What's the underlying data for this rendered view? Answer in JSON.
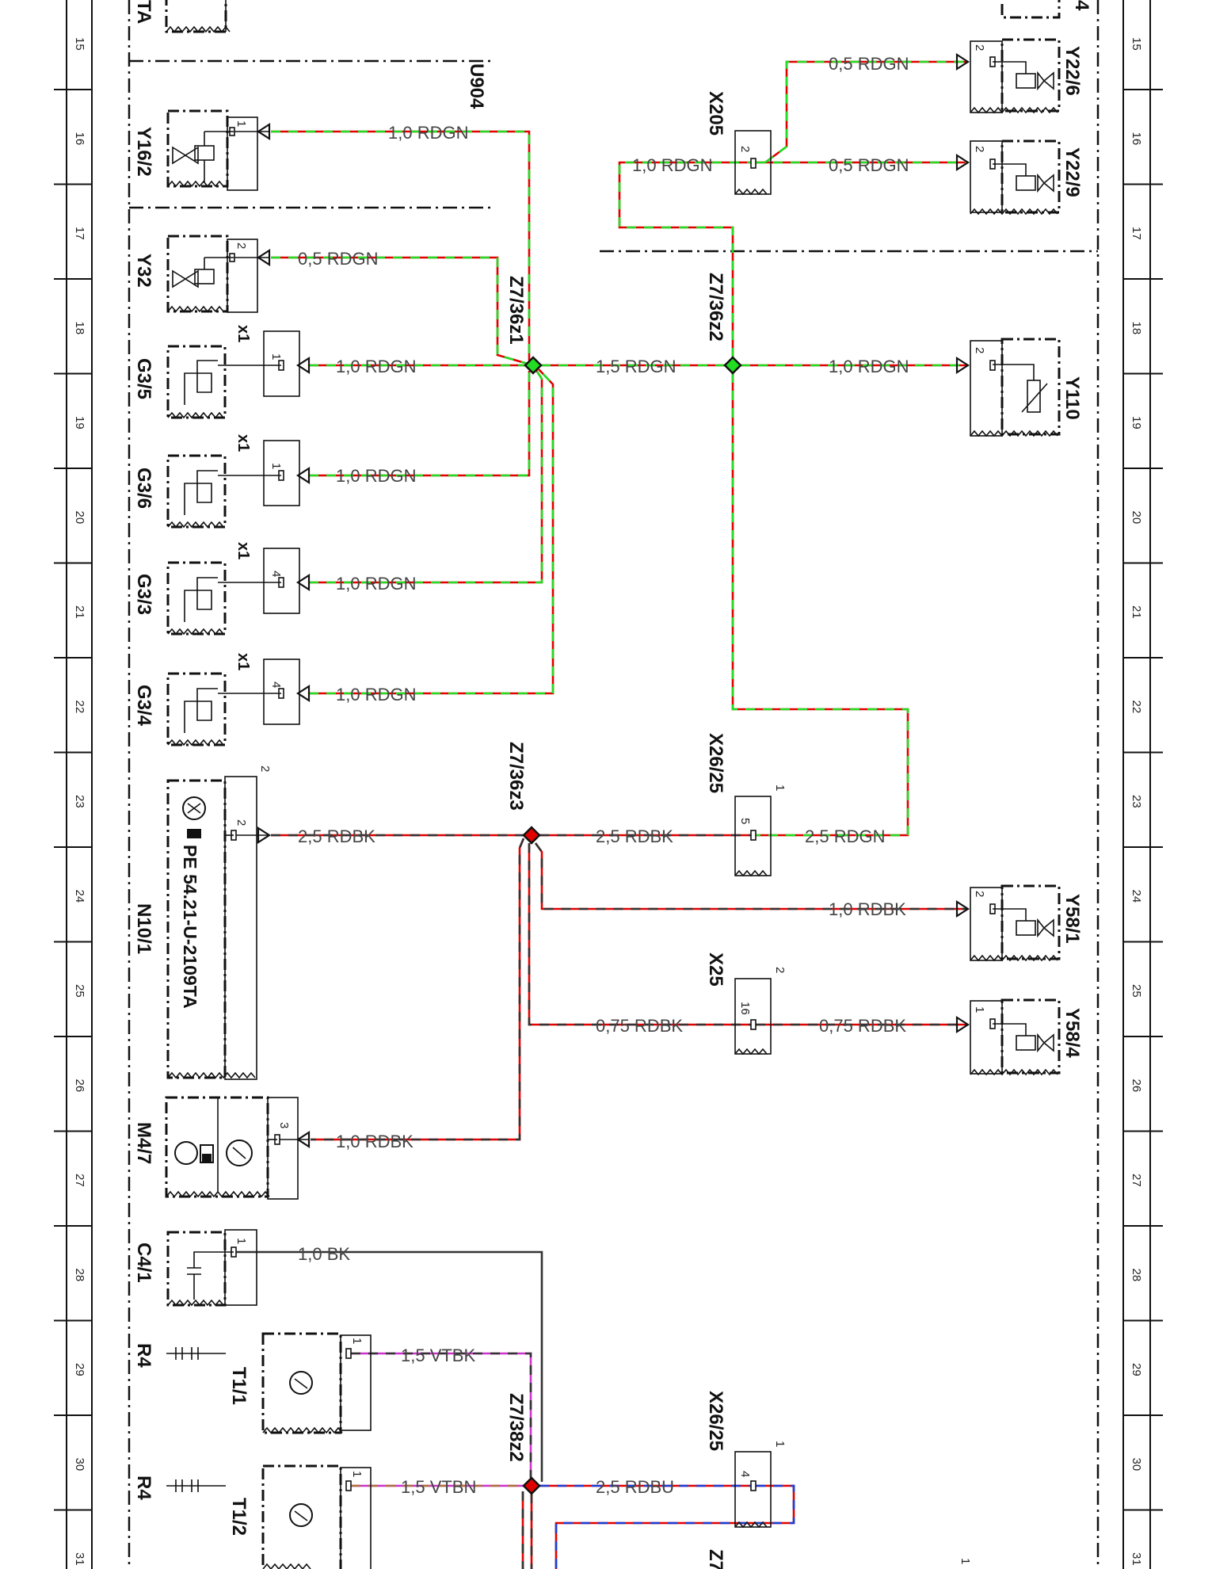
{
  "grid_numbers": [
    "15",
    "16",
    "17",
    "18",
    "19",
    "20",
    "21",
    "22",
    "23",
    "24",
    "25",
    "26",
    "27",
    "28",
    "29",
    "30",
    "31"
  ],
  "colors": {
    "RDGN": [
      "#e00000",
      "#22dd22"
    ],
    "RDBK": [
      "#e00000",
      "#333333"
    ],
    "RDBU": [
      "#e00000",
      "#1a3fd6"
    ],
    "VTBK": [
      "#cc33cc",
      "#333333"
    ],
    "VTBN": [
      "#cc33cc",
      "#b07040"
    ],
    "BK": [
      "#333333",
      "#333333"
    ]
  },
  "labels": {
    "top_left_component": "TA",
    "top_right_component": "4",
    "u904": "U904",
    "y16_2": "Y16/2",
    "y32": "Y32",
    "g3_5": "G3/5",
    "g3_6": "G3/6",
    "g3_3": "G3/3",
    "g3_4": "G3/4",
    "n10_1": "N10/1",
    "n10_1_part": "PE 54.21-U-2109TA",
    "m4_7": "M4/7",
    "c4_1": "C4/1",
    "r4_a": "R4",
    "r4_b": "R4",
    "t1_1": "T1/1",
    "t1_2": "T1/2",
    "x205": "X205",
    "y22_6": "Y22/6",
    "y22_9": "Y22/9",
    "y110": "Y110",
    "y58_1": "Y58/1",
    "y58_4": "Y58/4",
    "x26_25_a": "X26/25",
    "x26_25_b": "X26/25",
    "x25": "X25",
    "z7_36z1": "Z7/36z1",
    "z7_36z2": "Z7/36z2",
    "z7_36z3": "Z7/36z3",
    "z7_38z2": "Z7/38z2",
    "z7_bottom": "Z7",
    "x1_a": "x1",
    "x1_b": "x1",
    "x1_c": "x1",
    "x1_d": "x1"
  },
  "pins": {
    "y16_2": "1",
    "y32": "2",
    "g3_5": "1",
    "g3_6": "1",
    "g3_3": "4",
    "g3_4": "4",
    "n10_1": "2",
    "n10_1_out": "2",
    "m4_7": "3",
    "c4_1": "1",
    "t1_1": "1",
    "t1_2": "1",
    "x205": "2",
    "y22_6": "2",
    "y22_9": "2",
    "y110": "2",
    "y58_1": "2",
    "y58_4": "1",
    "x26_25_a": "5",
    "x26_25_a_top": "1",
    "x25": "16",
    "x25_top": "2",
    "x26_25_b": "4",
    "x26_25_b_top": "1",
    "bottom_right": "1"
  },
  "wires": {
    "y16_2": "1,0 RDGN",
    "y32": "0,5 RDGN",
    "g3_5": "1,0 RDGN",
    "g3_6": "1,0 RDGN",
    "g3_3": "1,0 RDGN",
    "g3_4": "1,0 RDGN",
    "splice_link": "1,5 RDGN",
    "y110": "1,0 RDGN",
    "x205_in": "1,0 RDGN",
    "y22_6": "0,5 RDGN",
    "y22_9": "0,5 RDGN",
    "n10_1": "2,5 RDBK",
    "x26_25_a_in": "2,5 RDBK",
    "x26_25_a_out": "2,5 RDGN",
    "y58_1": "1,0 RDBK",
    "x25_in": "0,75 RDBK",
    "x25_out": "0,75 RDBK",
    "m4_7": "1,0 RDBK",
    "c4_1": "1,0 BK",
    "t1_1": "1,5 VTBK",
    "t1_2": "1,5 VTBN",
    "x26_25_b": "2,5 RDBU"
  }
}
